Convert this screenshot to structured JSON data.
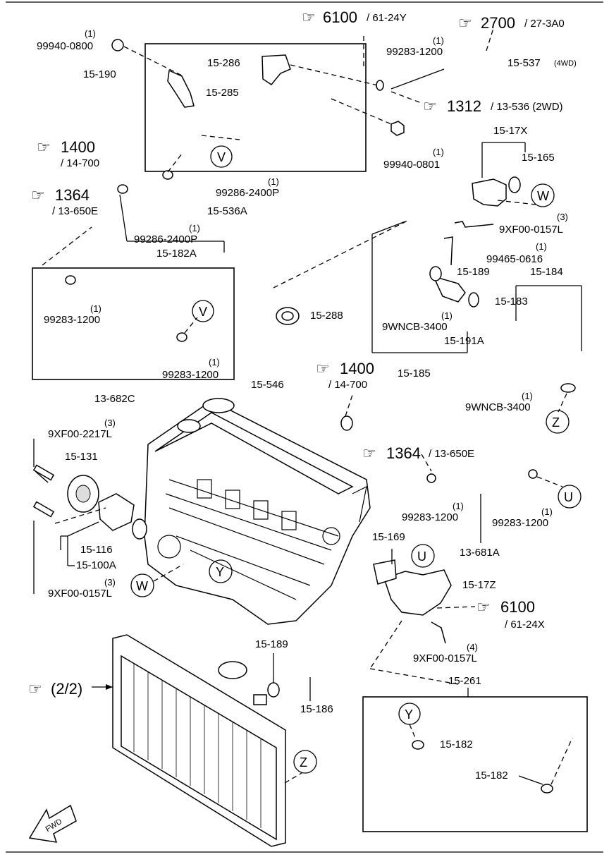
{
  "refs": {
    "r6100a": {
      "num": "6100",
      "sub": "/ 61-24Y"
    },
    "r2700": {
      "num": "2700",
      "sub": "/ 27-3A0"
    },
    "r1312": {
      "num": "1312",
      "sub": "/ 13-536 (2WD)"
    },
    "r1400a": {
      "num": "1400",
      "sub": "/ 14-700"
    },
    "r1364a": {
      "num": "1364",
      "sub": "/ 13-650E"
    },
    "r1400b": {
      "num": "1400",
      "sub": "/ 14-700"
    },
    "r1364b": {
      "num": "1364",
      "sub": "/ 13-650E"
    },
    "r6100b": {
      "num": "6100",
      "sub": "/ 61-24X"
    },
    "r22": {
      "num": "(2/2)"
    }
  },
  "labels": {
    "l99940_0800": "99940-0800",
    "q99940_0800": "(1)",
    "l15_190": "15-190",
    "l15_286": "15-286",
    "l15_285": "15-285",
    "l99283_1200_top": "99283-1200",
    "q99283_1200_top": "(1)",
    "l15_537": "15-537",
    "l15_537_note": "(4WD)",
    "l99940_0801": "99940-0801",
    "q99940_0801": "(1)",
    "l15_17X": "15-17X",
    "l15_165": "15-165",
    "l99286_2400P_a": "99286-2400P",
    "q99286_2400P_a": "(1)",
    "l15_536A": "15-536A",
    "l99286_2400P_b": "99286-2400P",
    "q99286_2400P_b": "(1)",
    "l15_182A": "15-182A",
    "l9XF00_0157L_a": "9XF00-0157L",
    "q9XF00_0157L_a": "(3)",
    "l99465_0616": "99465-0616",
    "q99465_0616": "(1)",
    "l15_189_a": "15-189",
    "l15_184": "15-184",
    "l15_183": "15-183",
    "l9WNCB_3400_a": "9WNCB-3400",
    "q9WNCB_3400_a": "(1)",
    "l15_191A": "15-191A",
    "l15_185": "15-185",
    "l15_288": "15-288",
    "l99283_1200_v1": "99283-1200",
    "q99283_1200_v1": "(1)",
    "l99283_1200_v2": "99283-1200",
    "q99283_1200_v2": "(1)",
    "l13_682C": "13-682C",
    "l15_546": "15-546",
    "l9WNCB_3400_b": "9WNCB-3400",
    "q9WNCB_3400_b": "(1)",
    "l9XF00_2217L": "9XF00-2217L",
    "q9XF00_2217L": "(3)",
    "l15_131": "15-131",
    "l15_116": "15-116",
    "l15_100A": "15-100A",
    "l9XF00_0157L_b": "9XF00-0157L",
    "q9XF00_0157L_b": "(3)",
    "l99283_1200_u1": "99283-1200",
    "q99283_1200_u1": "(1)",
    "l99283_1200_u2": "99283-1200",
    "q99283_1200_u2": "(1)",
    "l13_681A": "13-681A",
    "l15_169": "15-169",
    "l15_17Z": "15-17Z",
    "l9XF00_0157L_c": "9XF00-0157L",
    "q9XF00_0157L_c": "(4)",
    "l15_189_b": "15-189",
    "l15_186": "15-186",
    "l15_261": "15-261",
    "l15_182_a": "15-182",
    "l15_182_b": "15-182",
    "fwd": "FWD"
  },
  "callouts": {
    "V": "V",
    "W": "W",
    "Y": "Y",
    "U": "U",
    "Z": "Z"
  }
}
